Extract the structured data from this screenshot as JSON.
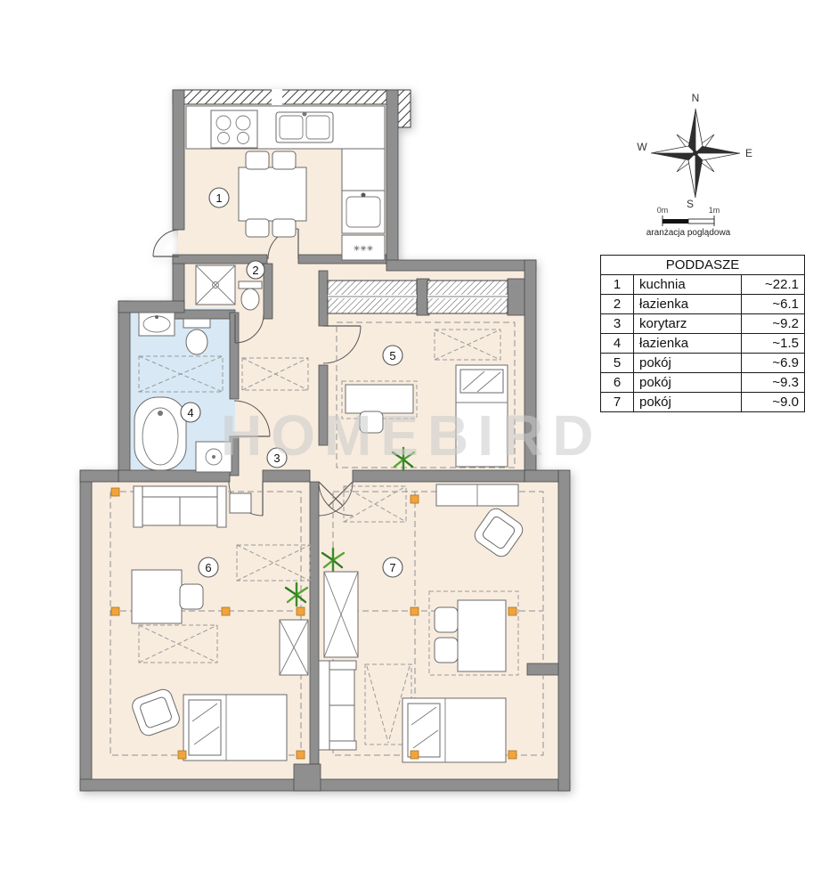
{
  "watermark": {
    "text": "HOMEBIRD"
  },
  "compass": {
    "north": "N",
    "east": "E",
    "south": "S",
    "west": "W"
  },
  "scalebar": {
    "zero": "0m",
    "one": "1m",
    "caption": "aranżacja poglądowa"
  },
  "legend": {
    "title": "PODDASZE",
    "rows": [
      {
        "num": "1",
        "name": "kuchnia",
        "area": "~22.1"
      },
      {
        "num": "2",
        "name": "łazienka",
        "area": "~6.1"
      },
      {
        "num": "3",
        "name": "korytarz",
        "area": "~9.2"
      },
      {
        "num": "4",
        "name": "łazienka",
        "area": "~1.5"
      },
      {
        "num": "5",
        "name": "pokój",
        "area": "~6.9"
      },
      {
        "num": "6",
        "name": "pokój",
        "area": "~9.3"
      },
      {
        "num": "7",
        "name": "pokój",
        "area": "~9.0"
      }
    ]
  },
  "plan": {
    "room_labels": [
      "1",
      "2",
      "3",
      "4",
      "5",
      "6",
      "7"
    ],
    "freezer_icon": "✳✳✳"
  },
  "colors": {
    "floor": "#f8ecdf",
    "bath_floor": "#d8e9f5",
    "wall": "#8f8f8f",
    "accent_orange": "#f2a43c",
    "plant_green": "#3f8a28",
    "watermark_gray": "#cbcbcb"
  }
}
